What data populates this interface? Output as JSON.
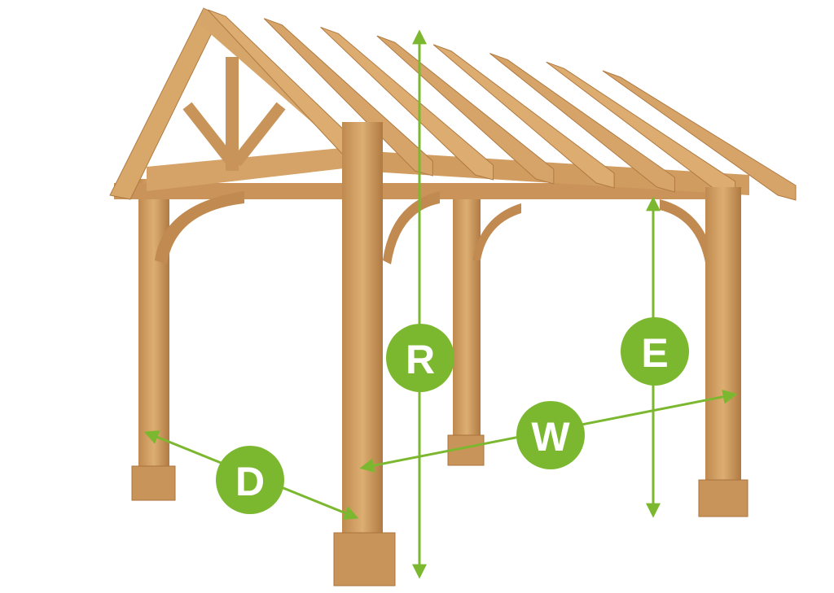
{
  "colors": {
    "dimension_green": "#7cb82f",
    "timber_light": "#d9a86a",
    "timber_mid": "#c48d4f",
    "timber_dark": "#a8733c"
  },
  "dimensions": {
    "R": {
      "label": "R"
    },
    "E": {
      "label": "E"
    },
    "W": {
      "label": "W"
    },
    "D": {
      "label": "D"
    }
  }
}
